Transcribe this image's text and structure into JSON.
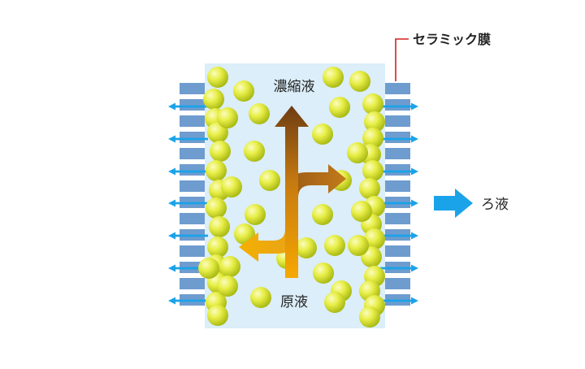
{
  "labels": {
    "concentrate": "濃縮液",
    "feed": "原液",
    "membrane": "セラミック膜",
    "filtrate": "ろ液"
  },
  "colors": {
    "channel": "#dbeef9",
    "membrane": "#6e9ccf",
    "particle_light": "#f3f57a",
    "particle_dark": "#b8c81a",
    "permeate_arrow": "#1aa3e8",
    "leader_line": "#d42020",
    "main_arrow_top": "#7a4414",
    "main_arrow_bottom": "#f4a000"
  }
}
